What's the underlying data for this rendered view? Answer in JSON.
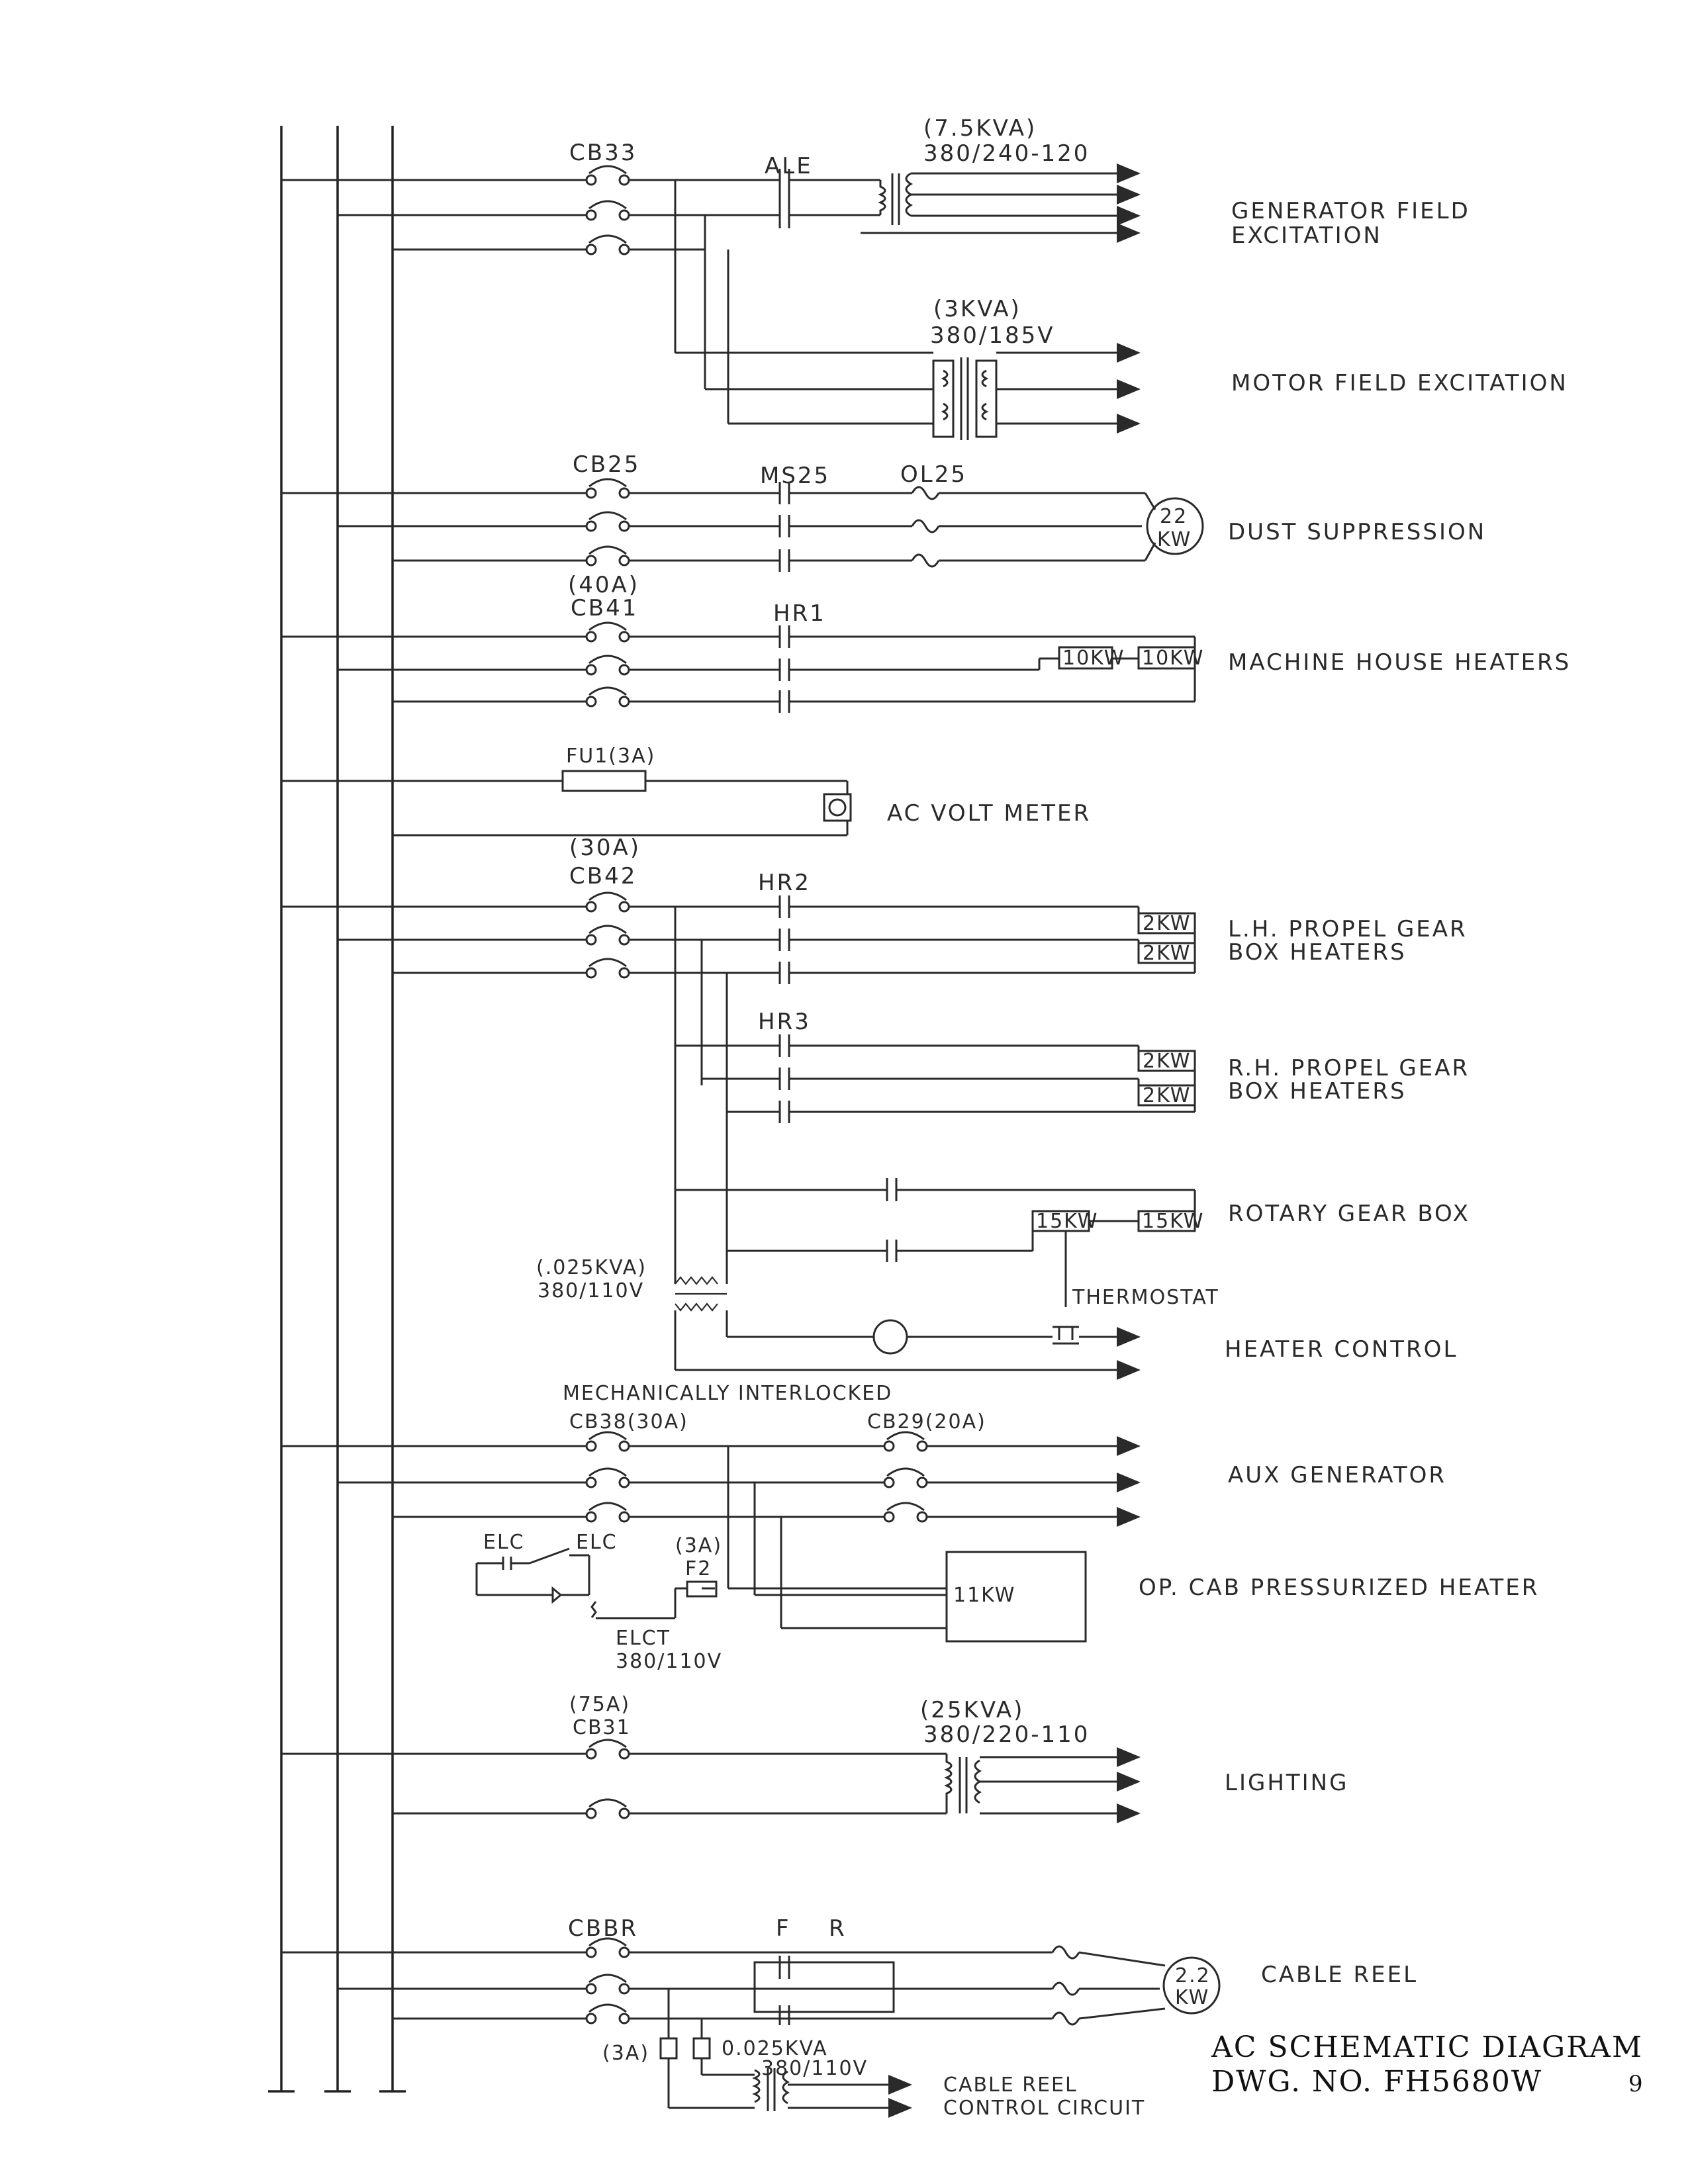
{
  "drawing": {
    "title": "AC SCHEMATIC DIAGRAM",
    "dwg_no": "DWG. NO. FH5680W",
    "page_number": "9"
  },
  "circuits": {
    "gen_field": {
      "breaker": "CB33",
      "contactor": "ALE",
      "xfmr_rating": "(7.5KVA)",
      "xfmr_voltage": "380/240-120",
      "label_line1": "GENERATOR FIELD",
      "label_line2": "EXCITATION"
    },
    "motor_field": {
      "xfmr_rating": "(3KVA)",
      "xfmr_voltage": "380/185V",
      "label": "MOTOR FIELD EXCITATION"
    },
    "dust": {
      "breaker": "CB25",
      "breaker_rating": "(40A)",
      "starter": "MS25",
      "overload": "OL25",
      "motor_kw": "22",
      "motor_unit": "KW",
      "label": "DUST SUPPRESSION"
    },
    "machine_heaters": {
      "breaker": "CB41",
      "contactor": "HR1",
      "heater1": "10KW",
      "heater2": "10KW",
      "label": "MACHINE HOUSE HEATERS"
    },
    "volt_meter": {
      "fuse": "FU1(3A)",
      "label": "AC VOLT METER"
    },
    "lh_propel": {
      "breaker": "CB42",
      "breaker_rating": "(30A)",
      "contactor": "HR2",
      "heater1": "2KW",
      "heater2": "2KW",
      "label_line1": "L.H. PROPEL GEAR",
      "label_line2": "BOX HEATERS"
    },
    "rh_propel": {
      "contactor": "HR3",
      "heater1": "2KW",
      "heater2": "2KW",
      "label_line1": "R.H. PROPEL GEAR",
      "label_line2": "BOX HEATERS"
    },
    "rotary": {
      "heater1": "15KW",
      "heater2": "15KW",
      "label": "ROTARY GEAR BOX"
    },
    "heater_control": {
      "xfmr_rating": "(.025KVA)",
      "xfmr_voltage": "380/110V",
      "thermostat": "THERMOSTAT",
      "label": "HEATER CONTROL"
    },
    "aux_gen": {
      "note": "MECHANICALLY INTERLOCKED",
      "breaker1": "CB38(30A)",
      "breaker2": "CB29(20A)",
      "label": "AUX GENERATOR"
    },
    "op_cab": {
      "elc1": "ELC",
      "elc2": "ELC",
      "fuse_rating": "(3A)",
      "fuse": "F2",
      "heater": "11KW",
      "elct": "ELCT",
      "elct_voltage": "380/110V",
      "label": "OP. CAB PRESSURIZED HEATER"
    },
    "lighting": {
      "breaker": "CB31",
      "breaker_rating": "(75A)",
      "xfmr_rating": "(25KVA)",
      "xfmr_voltage": "380/220-110",
      "label": "LIGHTING"
    },
    "cable_reel": {
      "breaker": "CBBR",
      "fwd": "F",
      "rev": "R",
      "motor_kw": "2.2",
      "motor_unit": "KW",
      "fuse_rating": "(3A)",
      "xfmr_rating": "0.025KVA",
      "xfmr_voltage": "380/110V",
      "label": "CABLE REEL",
      "ctrl_line1": "CABLE REEL",
      "ctrl_line2": "CONTROL CIRCUIT"
    }
  }
}
